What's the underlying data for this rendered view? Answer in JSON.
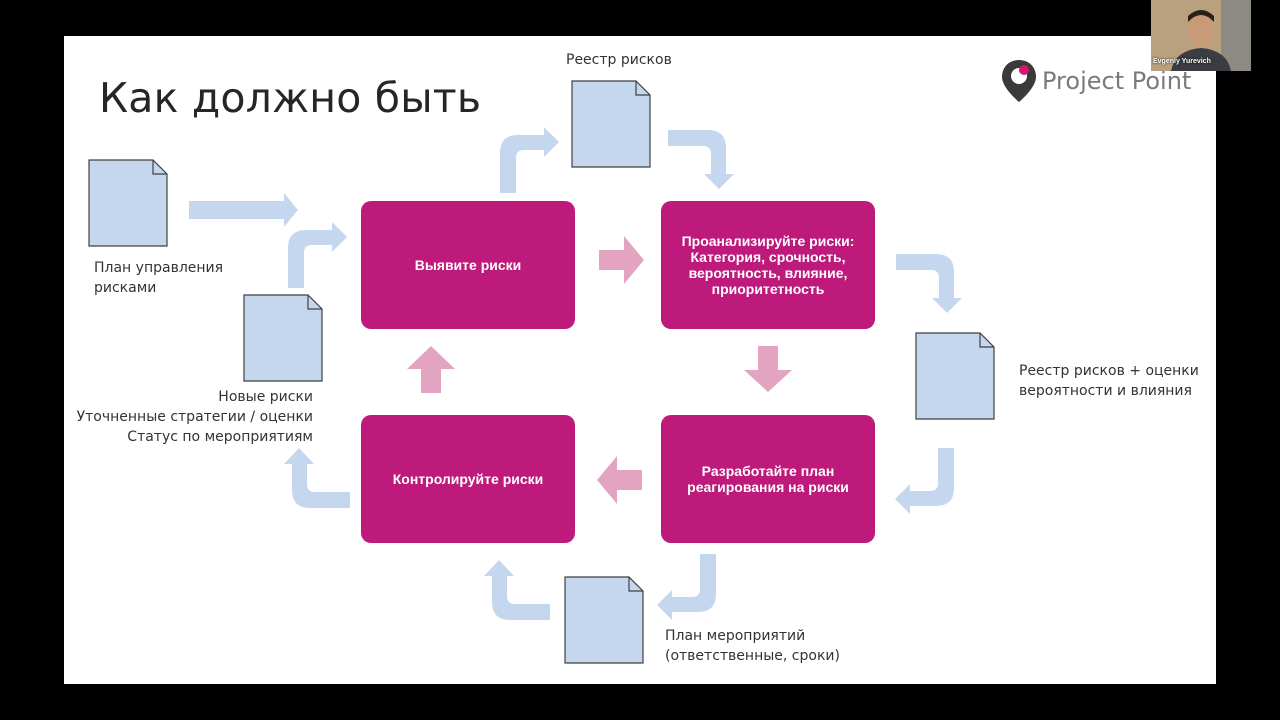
{
  "slide": {
    "title": "Как должно быть",
    "logo_text": "Project Point"
  },
  "process_boxes": {
    "identify": "Выявите риски",
    "analyze": "Проанализируйте риски: Категория, срочность, вероятность, влияние, приоритетность",
    "plan": "Разработайте план реагирования на риски",
    "control": "Контролируйте риски"
  },
  "documents": {
    "risk_plan": [
      "План управления",
      "рисками"
    ],
    "risk_register": "Реестр рисков",
    "register_assessed": [
      "Реестр рисков + оценки",
      "вероятности и влияния"
    ],
    "action_plan": [
      "План мероприятий",
      "(ответственные, сроки)"
    ],
    "updates": [
      "Новые риски",
      "Уточненные стратегии / оценки",
      "Статус по мероприятиям"
    ]
  },
  "webcam": {
    "name": "Evgeniy Yurevich"
  },
  "colors": {
    "box": "#be1a7c",
    "doc_fill": "#c5d7ee",
    "doc_stroke": "#404040",
    "arrow_light_blue": "#c5d7ee",
    "arrow_pink": "#e3a4c2"
  }
}
